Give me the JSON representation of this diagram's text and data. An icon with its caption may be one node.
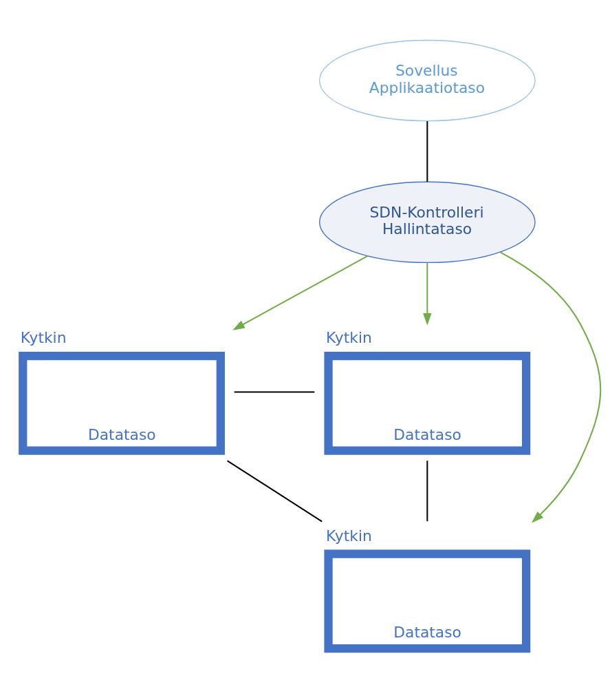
{
  "diagram": {
    "nodes": [
      {
        "text": [
          "Sovellus",
          "Applikaatiotaso"
        ]
      },
      {
        "text": [
          "SDN-Kontrolleri",
          "Hallintataso"
        ]
      },
      {
        "text": [
          "Kytkin",
          "Datataso"
        ]
      },
      {
        "text": [
          "Kytkin",
          "Datataso"
        ]
      },
      {
        "text": [
          "Kytkin",
          "Datataso"
        ]
      }
    ],
    "edges": [
      {
        "from": 0,
        "to": 1,
        "arrow": "none"
      },
      {
        "from": 1,
        "to": 2,
        "arrow": "to",
        "color": "#70ad47"
      },
      {
        "from": 1,
        "to": 3,
        "arrow": "to",
        "color": "#70ad47"
      },
      {
        "from": 1,
        "to": 4,
        "arrow": "to",
        "color": "#70ad47"
      },
      {
        "from": 2,
        "to": 3,
        "arrow": "none"
      },
      {
        "from": 2,
        "to": 4,
        "arrow": "none"
      },
      {
        "from": 3,
        "to": 4,
        "arrow": "none"
      }
    ]
  }
}
